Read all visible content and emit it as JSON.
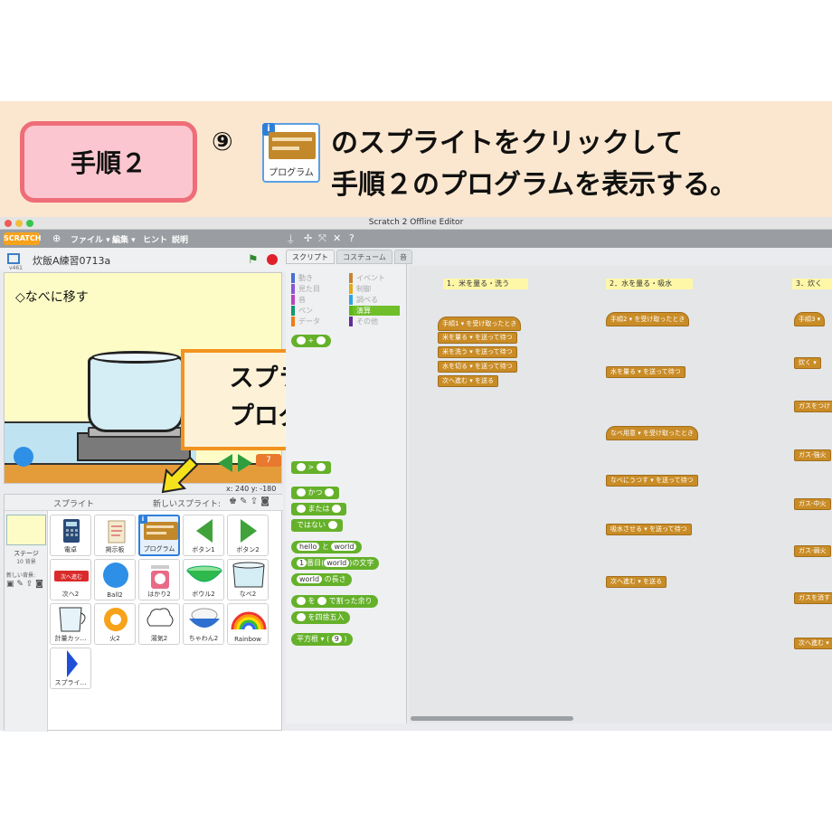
{
  "instruction": {
    "step_badge": "手順２",
    "step_number": "⑨",
    "line1": "のスプライトをクリックして",
    "line2": "手順２のプログラムを表示する。",
    "inline_sprite_label": "プログラム"
  },
  "window": {
    "title": "Scratch 2 Offline Editor",
    "logo": "SCRATCH",
    "menu": [
      "ファイル ▾",
      "編集 ▾",
      "ヒント",
      "説明"
    ]
  },
  "stage": {
    "project_name": "炊飯A練習0713a",
    "version": "v461",
    "text": "◇なべに移す",
    "counter_value": "7",
    "coords": "x: 240  y: -180"
  },
  "overlay": {
    "line1": "スプライト",
    "line2": "プログラム"
  },
  "sprites_pane": {
    "title": "スプライト",
    "new_sprite": "新しいスプライト:",
    "stage_label": "ステージ",
    "stage_backdrops": "10 背景",
    "new_backdrop": "新しい背景:",
    "items": [
      {
        "name": "電卓",
        "icon": "calculator-icon"
      },
      {
        "name": "掲示板",
        "icon": "bulletin-board-icon"
      },
      {
        "name": "プログラム",
        "icon": "program-sprite-icon",
        "selected": true
      },
      {
        "name": "ボタン1",
        "icon": "left-arrow-icon"
      },
      {
        "name": "ボタン2",
        "icon": "right-arrow-icon"
      },
      {
        "name": "次へ2",
        "icon": "next-button-icon",
        "badge": "次へ進む"
      },
      {
        "name": "Ball2",
        "icon": "ball-icon"
      },
      {
        "name": "はかり2",
        "icon": "scale-icon"
      },
      {
        "name": "ボウル2",
        "icon": "bowl-icon"
      },
      {
        "name": "なべ2",
        "icon": "pot-icon"
      },
      {
        "name": "計量カッ…",
        "icon": "measuring-cup-icon"
      },
      {
        "name": "火2",
        "icon": "fire-icon"
      },
      {
        "name": "湯気2",
        "icon": "steam-icon"
      },
      {
        "name": "ちゃわん2",
        "icon": "rice-bowl-icon"
      },
      {
        "name": "Rainbow",
        "icon": "rainbow-icon"
      },
      {
        "name": "スプライ…",
        "icon": "sprite-shape-icon"
      }
    ]
  },
  "tabs": [
    "スクリプト",
    "コスチューム",
    "音"
  ],
  "categories": [
    {
      "label": "動き",
      "color": "#4a6cd4"
    },
    {
      "label": "イベント",
      "color": "#c88330"
    },
    {
      "label": "見た目",
      "color": "#8a55d7"
    },
    {
      "label": "制御",
      "color": "#e1a91a"
    },
    {
      "label": "音",
      "color": "#bb42c3"
    },
    {
      "label": "調べる",
      "color": "#2ca5e2"
    },
    {
      "label": "ペン",
      "color": "#0e9a6c"
    },
    {
      "label": "演算",
      "color": "#5cb712",
      "active": true
    },
    {
      "label": "データ",
      "color": "#ee7d16"
    },
    {
      "label": "その他",
      "color": "#632d99"
    }
  ],
  "palette_blocks": {
    "and": "かつ",
    "or": "または",
    "not": "ではない",
    "join_a": "hello",
    "join_and": "と",
    "join_b": "world",
    "letter_n": "1",
    "letter_label": "番目(",
    "letter_word": "world",
    "letter_suffix": ")の文字",
    "length_word": "world",
    "length_label": "の長さ",
    "mod_label": "を",
    "mod_suffix": "で割った余り",
    "round_label": "を四捨五入",
    "sqrt_label": "平方根 ▾",
    "sqrt_value": "9",
    "gt": ">",
    "plus": "+"
  },
  "scripts": {
    "col1": {
      "comment": "1．米を量る・洗う",
      "hat": "手順1 ▾ を受け取ったとき",
      "blocks": [
        "米を量る ▾ を送って待つ",
        "米を洗う ▾ を送って待つ",
        "水を切る ▾ を送って待つ",
        "次へ進む ▾ を送る"
      ]
    },
    "col2": {
      "comment": "2．水を量る・吸水",
      "hat": "手順2 ▾ を受け取ったとき",
      "b1": "水を量る ▾ を送って待つ",
      "hat2": "なべ用意 ▾ を受け取ったとき",
      "b2": "なべにうつす ▾ を送って待つ",
      "b3": "吸水させる ▾ を送って待つ",
      "b4": "次へ進む ▾ を送る"
    },
    "col3": {
      "comment": "3．炊く",
      "blocks": [
        "手順3 ▾",
        "炊く ▾",
        "ガスをつけ",
        "ガス-強火",
        "ガス-中火",
        "ガス-弱火",
        "ガスを消す",
        "次へ進む ▾"
      ]
    }
  }
}
